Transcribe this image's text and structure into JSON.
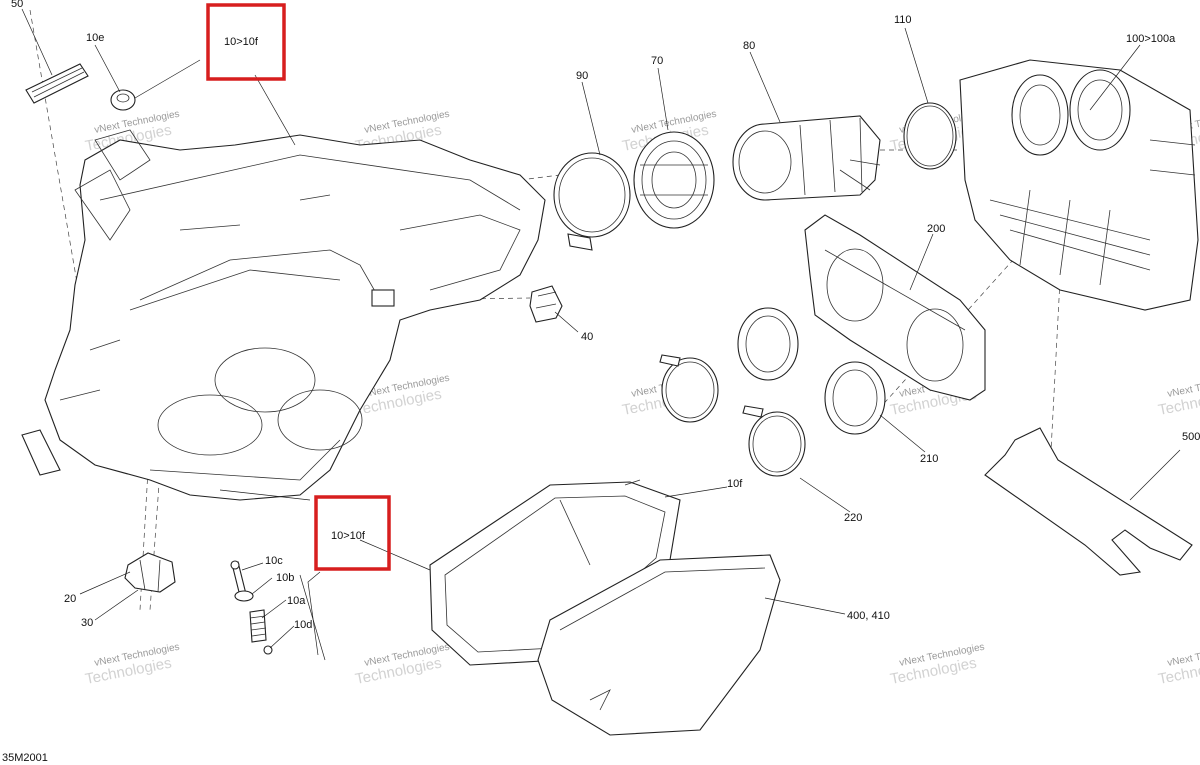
{
  "diagram": {
    "figure_code": "35M2001",
    "watermark_line1": "vNext Technologies",
    "watermark_line2": "Technologies",
    "callouts": {
      "p50": "50",
      "p10e": "10e",
      "p10_top": "10>10f",
      "p90": "90",
      "p70": "70",
      "p80": "80",
      "p110": "110",
      "p100": "100>100a",
      "p200": "200",
      "p40": "40",
      "p500": "500",
      "p210": "210",
      "p220": "220",
      "p10f": "10f",
      "p10_bottom": "10>10f",
      "p10c": "10c",
      "p10b": "10b",
      "p10a": "10a",
      "p10d": "10d",
      "p20": "20",
      "p30": "30",
      "p400": "400, 410"
    },
    "highlight_color": "#d71e1e"
  }
}
